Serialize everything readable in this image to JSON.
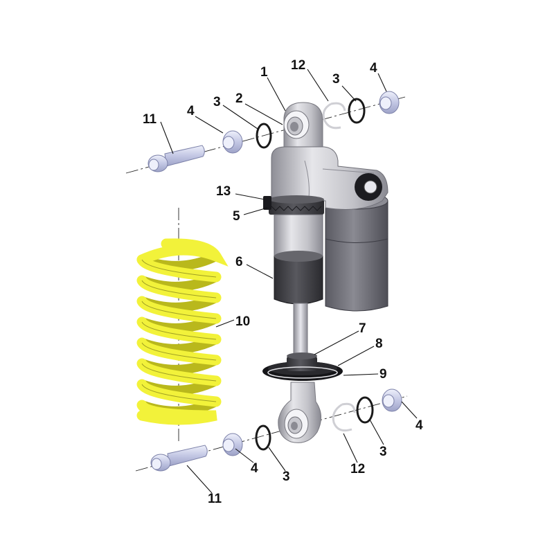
{
  "diagram": {
    "callouts": {
      "c1": "1",
      "c2": "2",
      "c3a": "3",
      "c3b": "3",
      "c3c": "3",
      "c3d": "3",
      "c4a": "4",
      "c4b": "4",
      "c4c": "4",
      "c4d": "4",
      "c5": "5",
      "c6": "6",
      "c7": "7",
      "c8": "8",
      "c9": "9",
      "c10": "10",
      "c11a": "11",
      "c11b": "11",
      "c12a": "12",
      "c12b": "12",
      "c13": "13"
    },
    "colors": {
      "spring": "#f2f23a",
      "spring_shadow": "#b9b81c",
      "body_light": "#d9d9dd",
      "body_mid": "#a9a9b0",
      "reservoir": "#707078",
      "bumper": "#3a3a3e",
      "hardware": "#c9cde8",
      "seal": "#1a1a1a"
    }
  }
}
